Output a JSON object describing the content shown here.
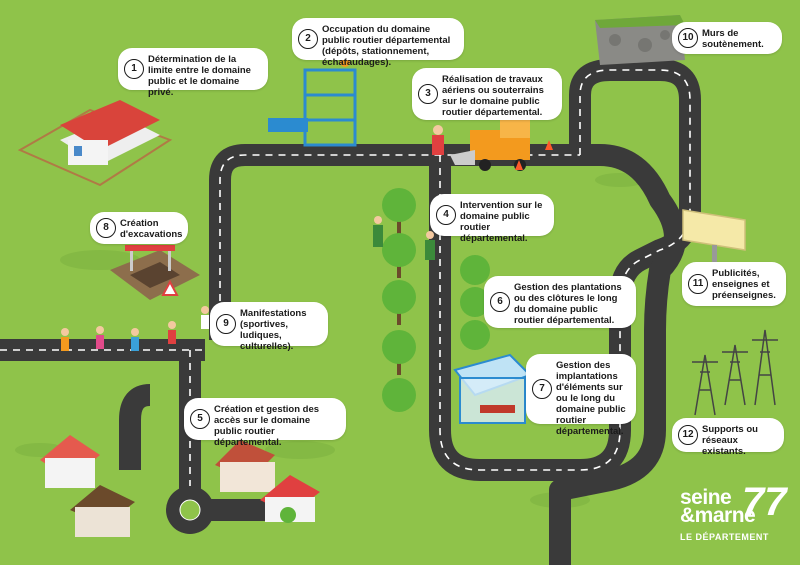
{
  "callouts": [
    {
      "num": "1",
      "text": "Détermination de la limite entre le domaine public et le domaine privé."
    },
    {
      "num": "2",
      "text": "Occupation du domaine public routier départemental (dépôts, stationnement, échafaudages)."
    },
    {
      "num": "3",
      "text": "Réalisation de travaux aériens ou souterrains sur le domaine public routier départemental."
    },
    {
      "num": "4",
      "text": "Intervention sur le domaine public routier départemental."
    },
    {
      "num": "5",
      "text": "Création et gestion des accès sur le domaine public routier départemental."
    },
    {
      "num": "6",
      "text": "Gestion des plantations ou des clôtures le long du domaine public routier départemental."
    },
    {
      "num": "7",
      "text": "Gestion des implantations d'éléments sur ou le long du domaine public routier départemental."
    },
    {
      "num": "8",
      "text": "Création d'excavations"
    },
    {
      "num": "9",
      "text": "Manifestations (sportives, ludiques, culturelles)."
    },
    {
      "num": "10",
      "text": "Murs de soutènement."
    },
    {
      "num": "11",
      "text": "Publicités, enseignes et préenseignes."
    },
    {
      "num": "12",
      "text": "Supports ou réseaux existants."
    }
  ],
  "logo": {
    "line1": "seine",
    "line2": "&marne",
    "mark": "77",
    "line3": "LE DÉPARTEMENT"
  },
  "colors": {
    "grass": "#8fc34a",
    "road": "#3a3a3a",
    "road_line": "#ffffff",
    "house_roof": "#d9443b",
    "tree": "#5fb43a",
    "truck": "#f39a1e"
  }
}
